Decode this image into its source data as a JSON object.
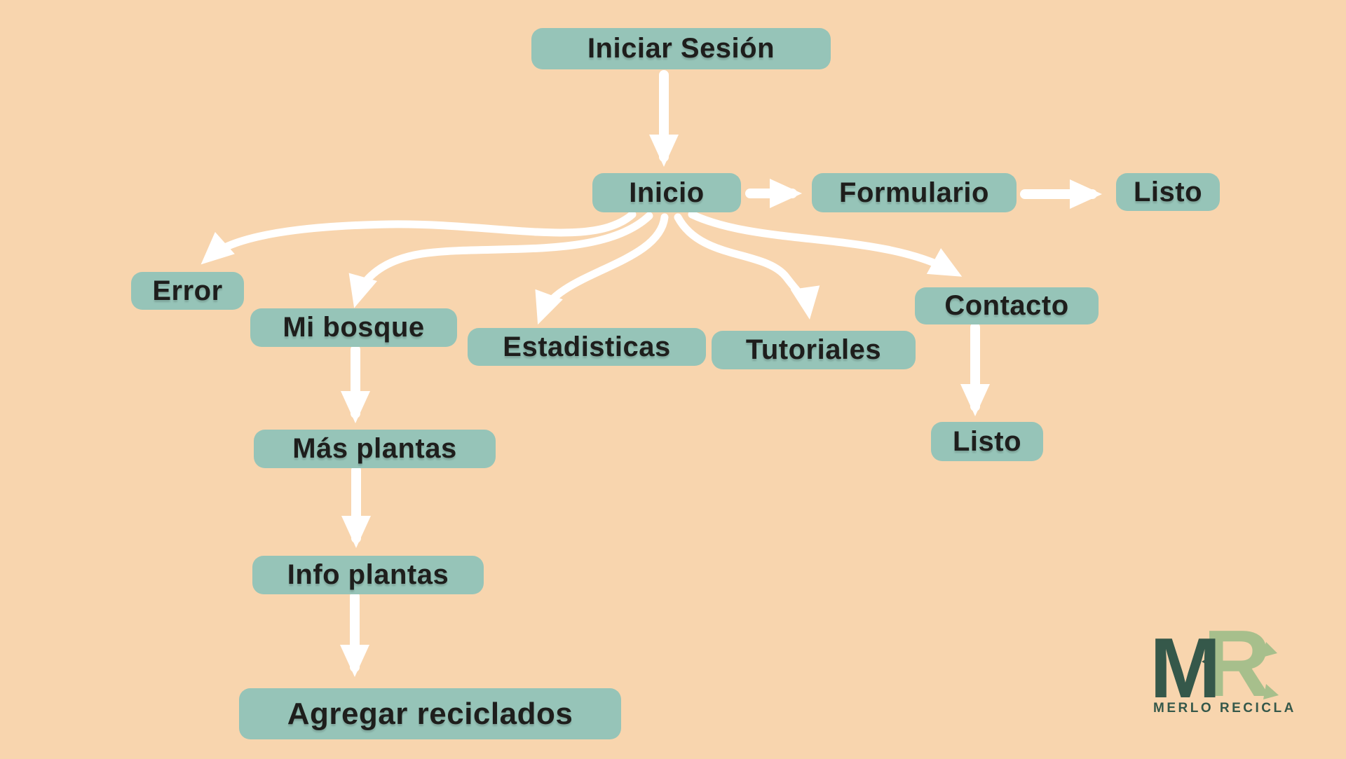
{
  "canvas": {
    "background_color": "#f8d5ae"
  },
  "palette": {
    "node_background": "#96c4b8",
    "node_text_color": "#1e1e1c",
    "arrow_color": "#ffffff",
    "logo_dark_green": "#35584a",
    "logo_light_green": "#a7bf8c"
  },
  "diagram": {
    "nodes": [
      {
        "id": "iniciar-sesion",
        "label": "Iniciar Sesión"
      },
      {
        "id": "inicio",
        "label": "Inicio"
      },
      {
        "id": "formulario",
        "label": "Formulario"
      },
      {
        "id": "listo-formulario",
        "label": "Listo"
      },
      {
        "id": "error",
        "label": "Error"
      },
      {
        "id": "mi-bosque",
        "label": "Mi bosque"
      },
      {
        "id": "estadisticas",
        "label": "Estadisticas"
      },
      {
        "id": "tutoriales",
        "label": "Tutoriales"
      },
      {
        "id": "contacto",
        "label": "Contacto"
      },
      {
        "id": "listo-contacto",
        "label": "Listo"
      },
      {
        "id": "mas-plantas",
        "label": "Más plantas"
      },
      {
        "id": "info-plantas",
        "label": "Info plantas"
      },
      {
        "id": "agregar-reciclados",
        "label": "Agregar reciclados"
      }
    ],
    "edges": [
      {
        "from": "iniciar-sesion",
        "to": "inicio"
      },
      {
        "from": "inicio",
        "to": "formulario"
      },
      {
        "from": "formulario",
        "to": "listo-formulario"
      },
      {
        "from": "inicio",
        "to": "error"
      },
      {
        "from": "inicio",
        "to": "mi-bosque"
      },
      {
        "from": "inicio",
        "to": "estadisticas"
      },
      {
        "from": "inicio",
        "to": "tutoriales"
      },
      {
        "from": "inicio",
        "to": "contacto"
      },
      {
        "from": "contacto",
        "to": "listo-contacto"
      },
      {
        "from": "mi-bosque",
        "to": "mas-plantas"
      },
      {
        "from": "mas-plantas",
        "to": "info-plantas"
      },
      {
        "from": "info-plantas",
        "to": "agregar-reciclados"
      }
    ]
  },
  "logo": {
    "monogram_m": "M",
    "monogram_r": "R",
    "caption": "MERLO RECICLA"
  }
}
